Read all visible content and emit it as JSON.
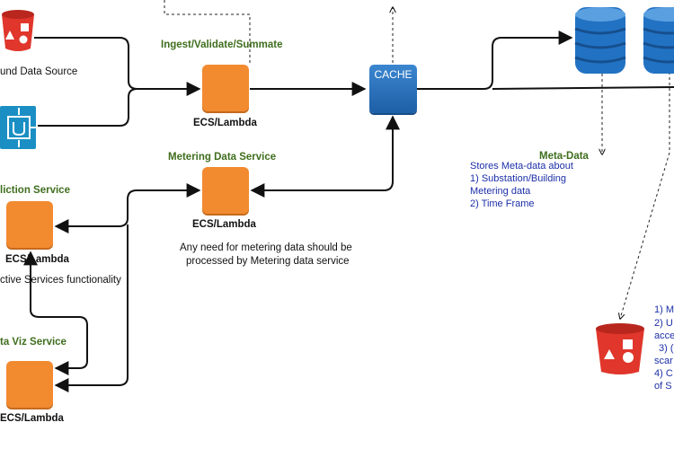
{
  "labels": {
    "ingest_title": "Ingest/Validate/Summate",
    "ecs_lambda": "ECS/Lambda",
    "metering_title": "Metering Data Service",
    "metering_note_line1": "Any need for metering data should be",
    "metering_note_line2": "processed by Metering data service",
    "prediction_title": "liction Service",
    "prediction_ecs": "ECS/Lambda",
    "prediction_note": "ctive Services functionality",
    "dataviz_title": "ta Viz Service",
    "dataviz_ecs": "ECS/Lambda",
    "ground_source": "und Data Source",
    "cache": "CACHE",
    "metadata_title": "Meta-Data",
    "metadata_line1": "Stores Meta-data about",
    "metadata_line2": "1) Substation/Building",
    "metadata_line3": "Metering data",
    "metadata_line4": "2) Time Frame",
    "right_note_line1": "1) M",
    "right_note_line2": "2) U",
    "right_note_line3": "acce",
    "right_note_line4": "3) (",
    "right_note_line5": "scar",
    "right_note_line6": "4) C",
    "right_note_line7": "of S"
  },
  "colors": {
    "service_box": "#f28a30",
    "cache_box": "#2a6fb8",
    "bucket": "#e0362b",
    "db": "#2272c3",
    "green_label": "#3f6e1e",
    "blue_text": "#1c2fa8"
  },
  "icons": [
    "s3-bucket-icon",
    "iot-hub-icon",
    "dynamodb-icon"
  ]
}
